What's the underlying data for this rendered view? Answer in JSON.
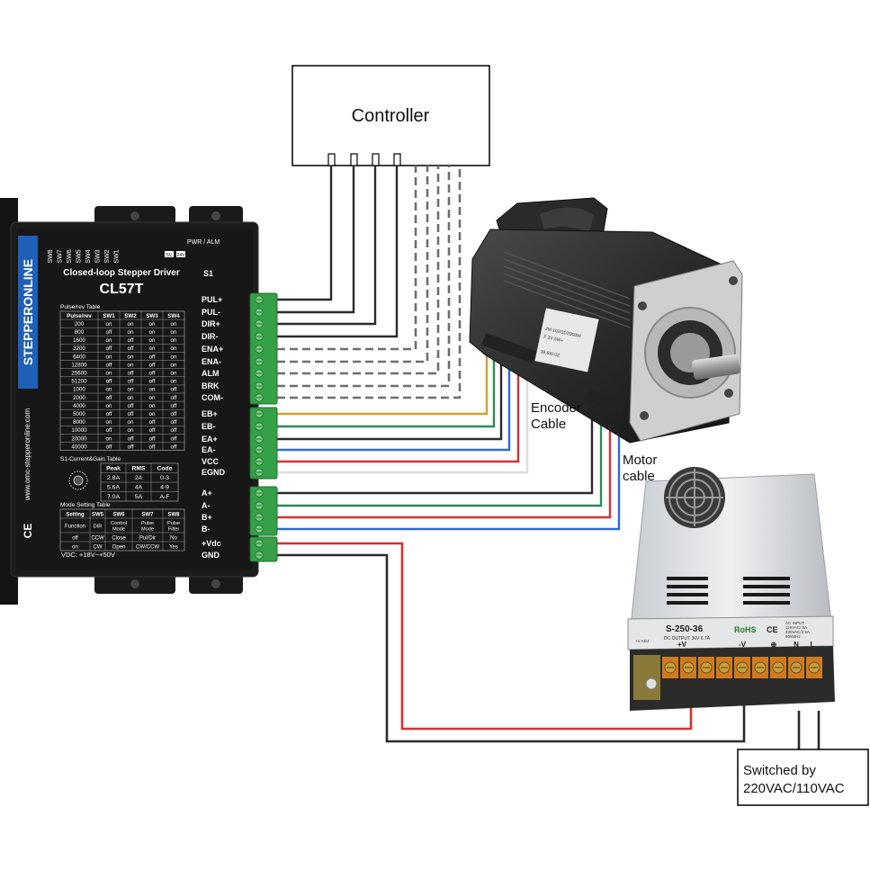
{
  "controller": {
    "label": "Controller"
  },
  "driver": {
    "brand": "STEPPERONLINE",
    "website": "www.omc-stepperonline.com",
    "ce_mark": "CE",
    "title": "Closed-loop Stepper Driver",
    "model": "CL57T",
    "switch_bank_label": "S1",
    "switch_labels": [
      "SW8",
      "SW7",
      "SW6",
      "SW5",
      "SW4",
      "SW3",
      "SW2",
      "SW1"
    ],
    "pwr_alm_label": "PWR / ALM",
    "pwr_led_labels": [
      "5V",
      "24V"
    ],
    "pulse_table": {
      "caption": "Pulse/rev Table",
      "headers": [
        "Pulse/rev",
        "SW1",
        "SW2",
        "SW3",
        "SW4"
      ],
      "rows": [
        [
          "200",
          "on",
          "on",
          "on",
          "on"
        ],
        [
          "800",
          "off",
          "on",
          "on",
          "on"
        ],
        [
          "1600",
          "on",
          "off",
          "on",
          "on"
        ],
        [
          "3200",
          "off",
          "off",
          "on",
          "on"
        ],
        [
          "6400",
          "on",
          "on",
          "off",
          "on"
        ],
        [
          "12800",
          "off",
          "on",
          "off",
          "on"
        ],
        [
          "25600",
          "on",
          "off",
          "off",
          "on"
        ],
        [
          "51200",
          "off",
          "off",
          "off",
          "on"
        ],
        [
          "1000",
          "on",
          "on",
          "on",
          "off"
        ],
        [
          "2000",
          "off",
          "on",
          "on",
          "off"
        ],
        [
          "4000",
          "on",
          "off",
          "on",
          "off"
        ],
        [
          "5000",
          "off",
          "off",
          "on",
          "off"
        ],
        [
          "8000",
          "on",
          "on",
          "off",
          "off"
        ],
        [
          "10000",
          "off",
          "on",
          "off",
          "off"
        ],
        [
          "20000",
          "on",
          "off",
          "off",
          "off"
        ],
        [
          "40000",
          "off",
          "off",
          "off",
          "off"
        ]
      ]
    },
    "current_table": {
      "caption": "S1-Current&Gain Table",
      "headers": [
        "Peak",
        "RMS",
        "Code"
      ],
      "rows": [
        [
          "2.8A",
          "2A",
          "0-3"
        ],
        [
          "5.6A",
          "4A",
          "4-9"
        ],
        [
          "7.0A",
          "5A",
          "A-F"
        ]
      ]
    },
    "mode_table": {
      "caption": "Mode Setting Table",
      "headers": [
        "Setting",
        "SW5",
        "SW6",
        "SW7",
        "SW8"
      ],
      "function_label": "Function",
      "function_row": [
        "DIR",
        "Control Mode",
        "Pulse Mode",
        "Pulse Filter"
      ],
      "off_row": [
        "off",
        "CCW",
        "Close",
        "Pul/Dir",
        "No"
      ],
      "on_row": [
        "on",
        "CW",
        "Open",
        "CW/CCW",
        "Yes"
      ]
    },
    "vdc_label": "VDC: +18V~+50V",
    "terminal_labels": [
      "PUL+",
      "PUL-",
      "DIR+",
      "DIR-",
      "ENA+",
      "ENA-",
      "ALM",
      "BRK",
      "COM-",
      "EB+",
      "EB-",
      "EA+",
      "EA-",
      "VCC",
      "EGND",
      "A+",
      "A-",
      "B+",
      "B-",
      "+Vdc",
      "GND"
    ]
  },
  "motor": {
    "sticker_lines": [
      "2M 102/11/2000W",
      "F 3V 5W+",
      "38.6W 0Z"
    ]
  },
  "power_supply": {
    "model_label": "S-250-36",
    "rohs_label": "RoHS",
    "ce_label": "CE",
    "output_spec": "DC OUTPUT  36V    6.7A",
    "input_spec_lines": [
      "AC INPUT",
      "115VAC/ 5A",
      "230VAC/2.5A",
      "50/60Hz"
    ],
    "adj_label": "+V ADJ",
    "terminal_labels": [
      "+V",
      "-V",
      "⊕",
      "N",
      "L"
    ]
  },
  "labels": {
    "encoder_cable": [
      "Encoder",
      "Cable"
    ],
    "motor_cable": [
      "Motor",
      "cable"
    ],
    "mains_box": [
      "Switched by",
      "220VAC/110VAC"
    ]
  },
  "colors": {
    "wire_black": "#2b2b2b",
    "wire_red": "#d83030",
    "wire_green": "#2d8a56",
    "wire_blue": "#2e6bd6",
    "wire_yellow": "#d2a12a",
    "wire_gray_dashed": "#6e6e6e",
    "terminal_green": "#35a047",
    "driver_body": "#1c1c1c",
    "brand_blue": "#1f5fb8"
  }
}
